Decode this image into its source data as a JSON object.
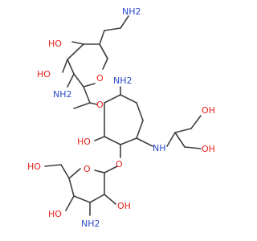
{
  "diagram": {
    "type": "structural-formula",
    "colors": {
      "bond": "#404040",
      "oxygen": "#e8211c",
      "nitrogen": "#2b49c8",
      "background": "#ffffff"
    }
  },
  "labels": {
    "nh2_top": "NH2",
    "ho_top_ring_1": "HO",
    "ho_top_ring_2": "HO",
    "o_ring_top": "O",
    "nh2_top_ring": "NH2",
    "nh2_central": "NH2",
    "o_glyco_top": "O",
    "ho_central": "HO",
    "o_glyco_bottom": "O",
    "nh_link": "NH",
    "oh_side_top": "OH",
    "oh_side_bottom": "OH",
    "oh_ch2": "HO",
    "o_ring_bottom": "O",
    "ho_bottom_ring": "HO",
    "oh_bottom_ring": "OH",
    "nh2_bottom_ring": "NH2"
  }
}
